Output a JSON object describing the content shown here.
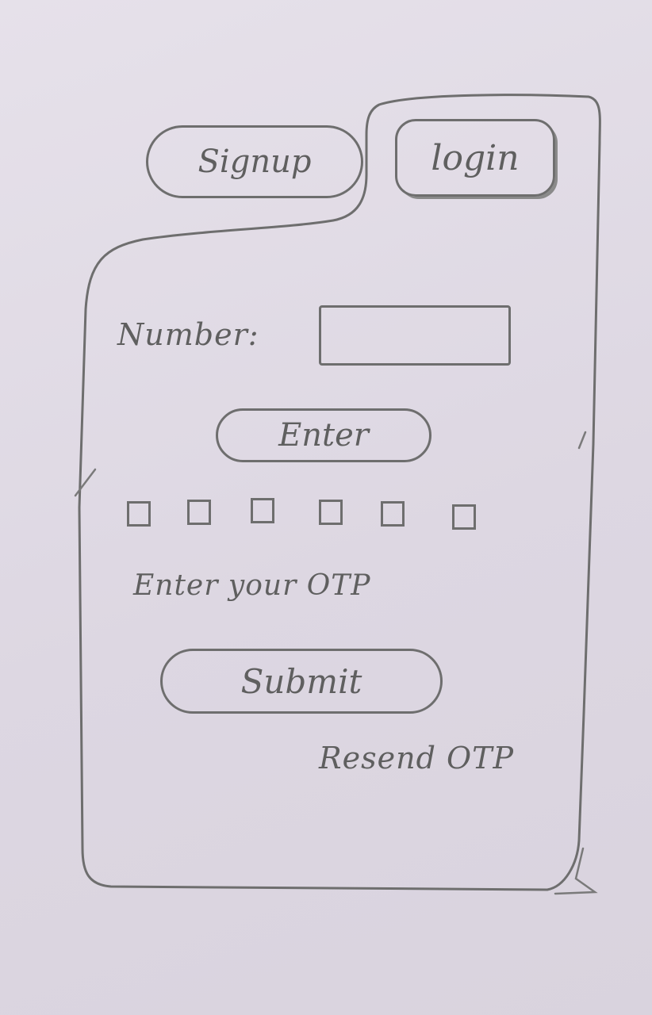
{
  "tabs": {
    "signup_label": "Signup",
    "login_label": "login"
  },
  "form": {
    "number_label": "Number:",
    "number_value": "",
    "enter_label": "Enter",
    "otp_hint": "Enter your OTP",
    "otp_digits": [
      "",
      "",
      "",
      "",
      "",
      ""
    ],
    "submit_label": "Submit",
    "resend_label": "Resend OTP"
  },
  "colors": {
    "paper": "#e0dbe4",
    "pencil": "#6e6e6e"
  }
}
